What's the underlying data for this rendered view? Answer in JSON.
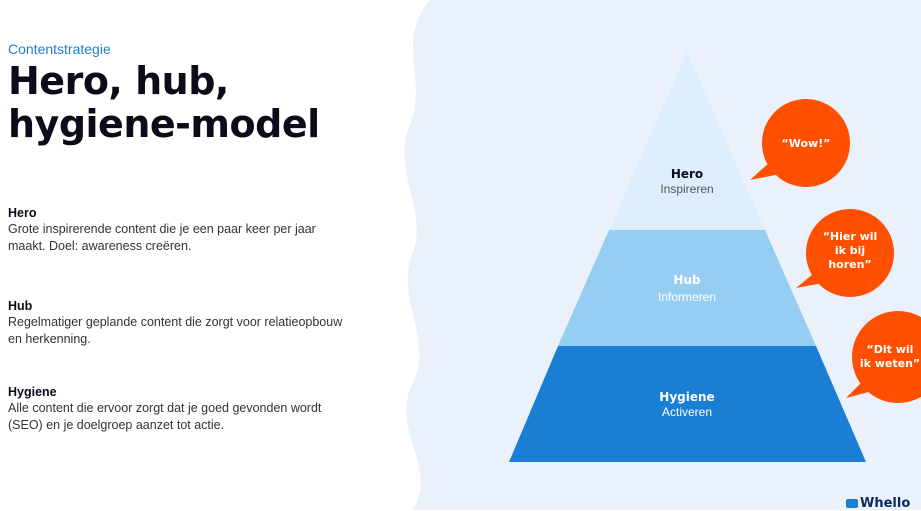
{
  "header": {
    "kicker": "Contentstrategie",
    "title_line1": "Hero, hub,",
    "title_line2": "hygiene-model"
  },
  "descriptions": [
    {
      "heading": "Hero",
      "text": "Grote inspirerende content die je een paar keer per jaar maakt. Doel: awareness creëren."
    },
    {
      "heading": "Hub",
      "text": "Regelmatiger geplande content die zorgt voor relatieopbouw en herkenning."
    },
    {
      "heading": "Hygiene",
      "text": "Alle content die ervoor zorgt dat je goed gevonden wordt (SEO) en je doelgroep aanzet tot actie."
    }
  ],
  "pyramid": {
    "levels": [
      {
        "title": "Hero",
        "subtitle": "Inspireren",
        "color": "#dceefb",
        "text_color": "#0b0b1a",
        "sub_color": "#555555"
      },
      {
        "title": "Hub",
        "subtitle": "Informeren",
        "color": "#96cdf3",
        "text_color": "#ffffff",
        "sub_color": "#ffffff"
      },
      {
        "title": "Hygiene",
        "subtitle": "Activeren",
        "color": "#1a7fd4",
        "text_color": "#ffffff",
        "sub_color": "#ffffff"
      }
    ]
  },
  "bubbles": [
    {
      "lines": [
        "“Wow!”"
      ]
    },
    {
      "lines": [
        "“Hier wil",
        "ik bij",
        "horen”"
      ]
    },
    {
      "lines": [
        "“Dit wil",
        "ik weten”"
      ]
    }
  ],
  "colors": {
    "accent": "#1a7fd4",
    "bubble": "#fe5000",
    "panel": "#eaf1fb"
  },
  "logo": {
    "text": "Whello"
  }
}
